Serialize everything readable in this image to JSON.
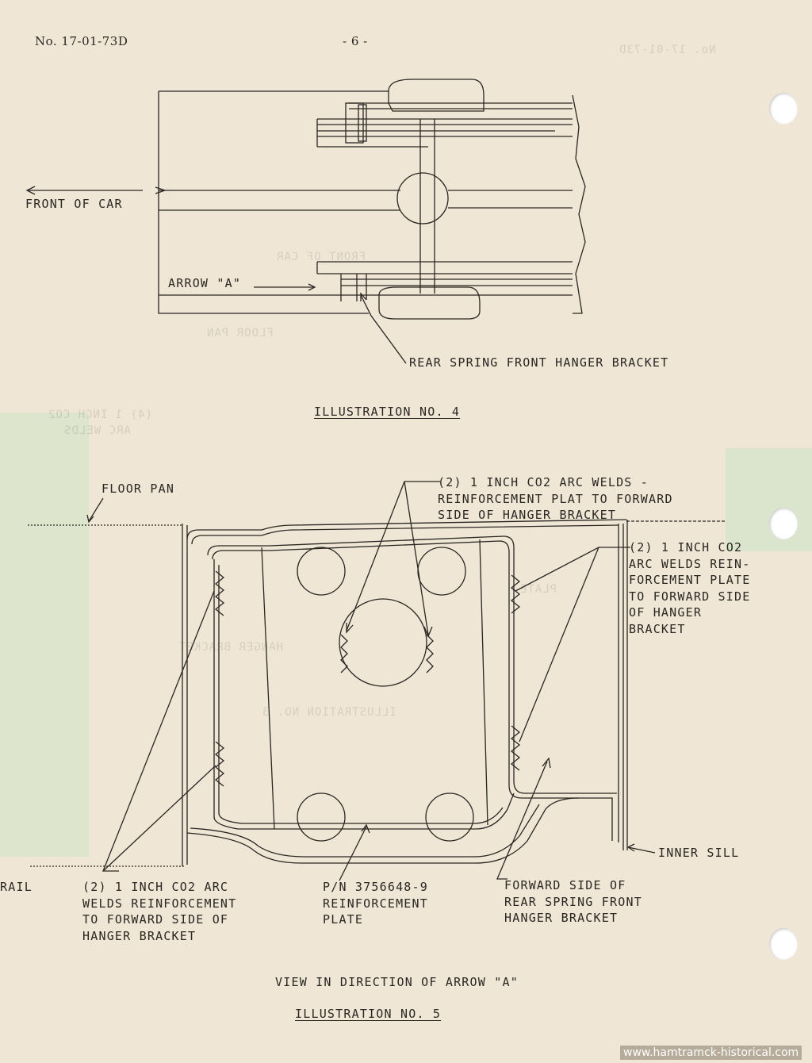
{
  "header": {
    "doc_number": "No. 17-01-73D",
    "page_number": "- 6 -"
  },
  "illustration4": {
    "front_of_car": "FRONT OF CAR",
    "arrow_a": "ARROW \"A\"",
    "rear_spring_bracket": "REAR SPRING FRONT HANGER BRACKET",
    "caption": "ILLUSTRATION NO. 4"
  },
  "illustration5": {
    "floor_pan": "FLOOR PAN",
    "callout_top": [
      "(2) 1 INCH CO2 ARC WELDS -",
      "REINFORCEMENT PLAT TO FORWARD",
      "SIDE OF HANGER BRACKET"
    ],
    "callout_right": [
      "(2) 1 INCH CO2",
      "ARC WELDS REIN-",
      "FORCEMENT PLATE",
      "TO FORWARD SIDE",
      "OF HANGER",
      "BRACKET"
    ],
    "inner_sill": "INNER SILL",
    "rail": "RAIL",
    "callout_left": [
      "(2) 1 INCH CO2 ARC",
      "WELDS REINFORCEMENT",
      "TO FORWARD SIDE OF",
      "HANGER BRACKET"
    ],
    "part_label": [
      "P/N 3756648-9",
      "REINFORCEMENT",
      "PLATE"
    ],
    "forward_side": [
      "FORWARD SIDE OF",
      "REAR SPRING FRONT",
      "HANGER BRACKET"
    ],
    "view_caption": "VIEW IN DIRECTION OF ARROW \"A\"",
    "caption": "ILLUSTRATION NO. 5"
  },
  "show_through": {
    "doc_number": "No. 17-01-73D",
    "front_of_car": "FRONT OF CAR",
    "floor_pan": "FLOOR PAN",
    "weld_note": [
      "(4) 1 INCH CO2",
      "ARC WELDS"
    ],
    "hanger_bracket": "HANGER BRACKET",
    "plate": "PLATE",
    "caption": "ILLUSTRATION NO. 3"
  },
  "watermark": "www.hamtramck-historical.com"
}
